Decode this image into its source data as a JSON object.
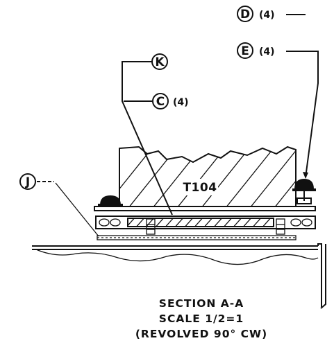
{
  "callouts": {
    "d": {
      "letter": "D",
      "qty": "(4)"
    },
    "e": {
      "letter": "E",
      "qty": "(4)"
    },
    "k": {
      "letter": "K"
    },
    "c": {
      "letter": "C",
      "qty": "(4)"
    },
    "j": {
      "letter": "J"
    }
  },
  "part_label": "T104",
  "caption": {
    "line1": "SECTION A-A",
    "line2": "SCALE 1/2=1",
    "line3": "(REVOLVED 90° CW)"
  },
  "colors": {
    "ink": "#111111",
    "paper": "#ffffff"
  }
}
